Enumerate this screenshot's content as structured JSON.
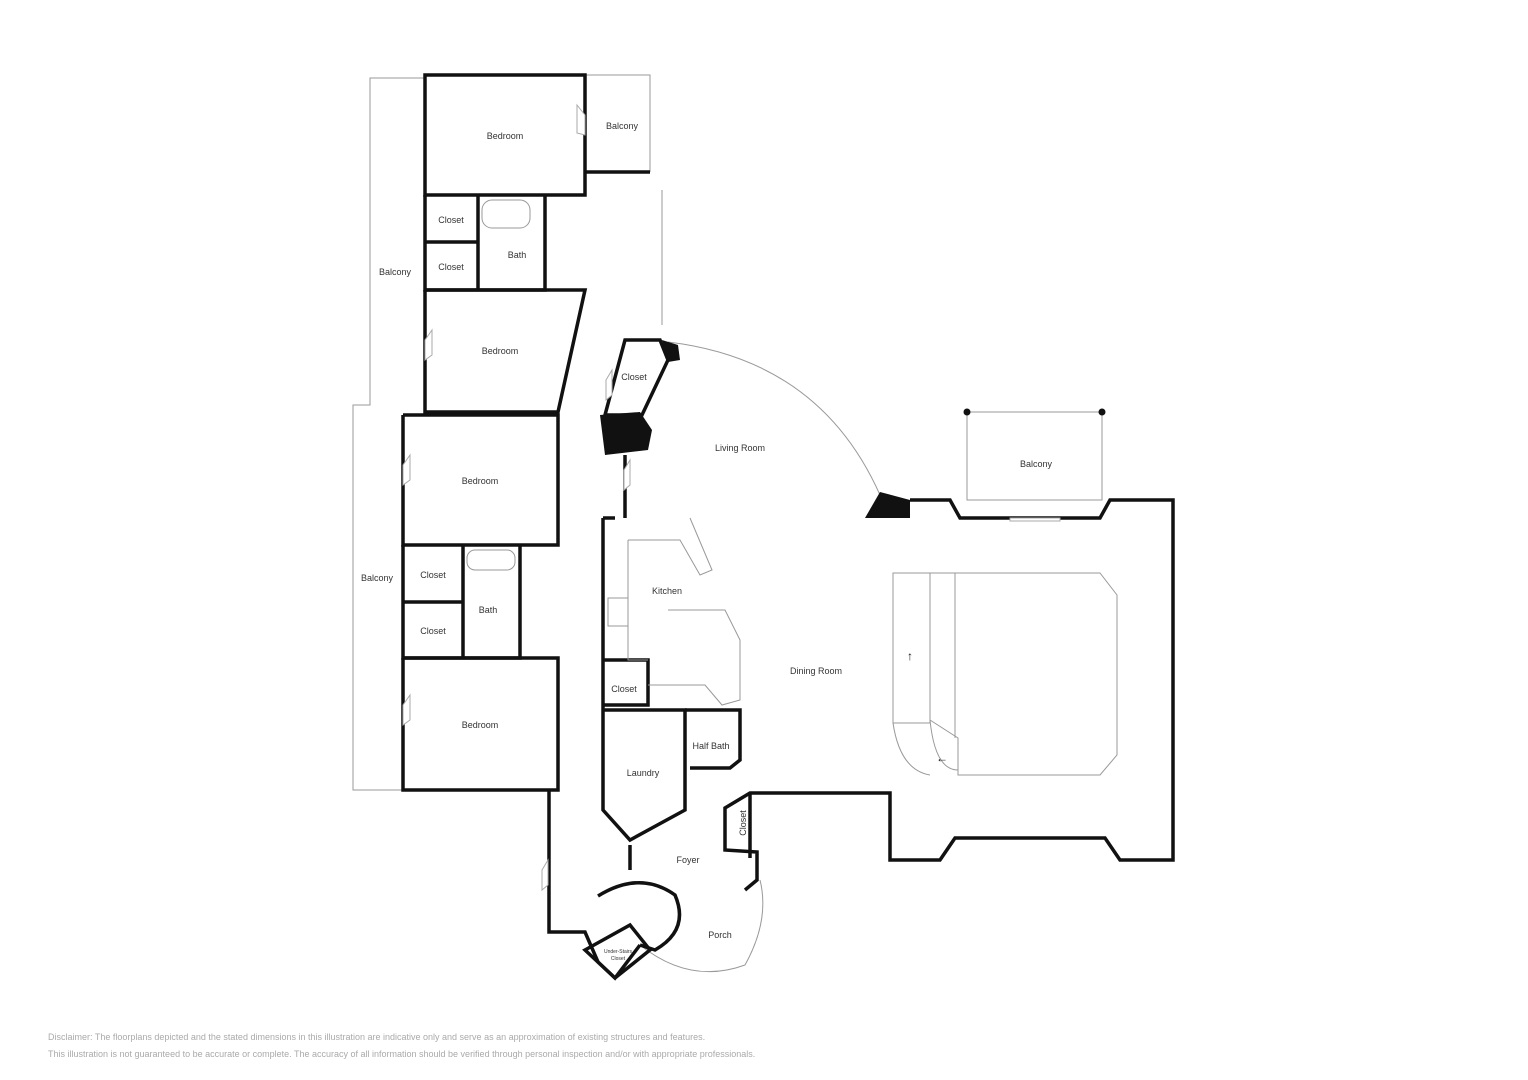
{
  "rooms": {
    "bedroom_1": "Bedroom",
    "balcony_top": "Balcony",
    "closet_1": "Closet",
    "closet_2": "Closet",
    "bath_1": "Bath",
    "balcony_left_upper": "Balcony",
    "bedroom_2": "Bedroom",
    "closet_hall": "Closet",
    "living_room": "Living Room",
    "balcony_right": "Balcony",
    "bedroom_3": "Bedroom",
    "closet_3": "Closet",
    "closet_4": "Closet",
    "bath_2": "Bath",
    "balcony_left_lower": "Balcony",
    "kitchen": "Kitchen",
    "dining_room": "Dining Room",
    "closet_kitchen": "Closet",
    "half_bath": "Half Bath",
    "bedroom_4": "Bedroom",
    "laundry": "Laundry",
    "closet_foyer": "Closet",
    "foyer": "Foyer",
    "porch": "Porch",
    "under_stairs_closet_line1": "Under-Stairs",
    "under_stairs_closet_line2": "Closet"
  },
  "disclaimer": {
    "line1": "Disclaimer: The floorplans depicted and the stated dimensions in this illustration are indicative only and serve as an approximation of existing structures and features.",
    "line2": "This illustration is not guaranteed to be accurate or complete. The accuracy of all information should be verified through personal inspection and/or with appropriate professionals."
  }
}
